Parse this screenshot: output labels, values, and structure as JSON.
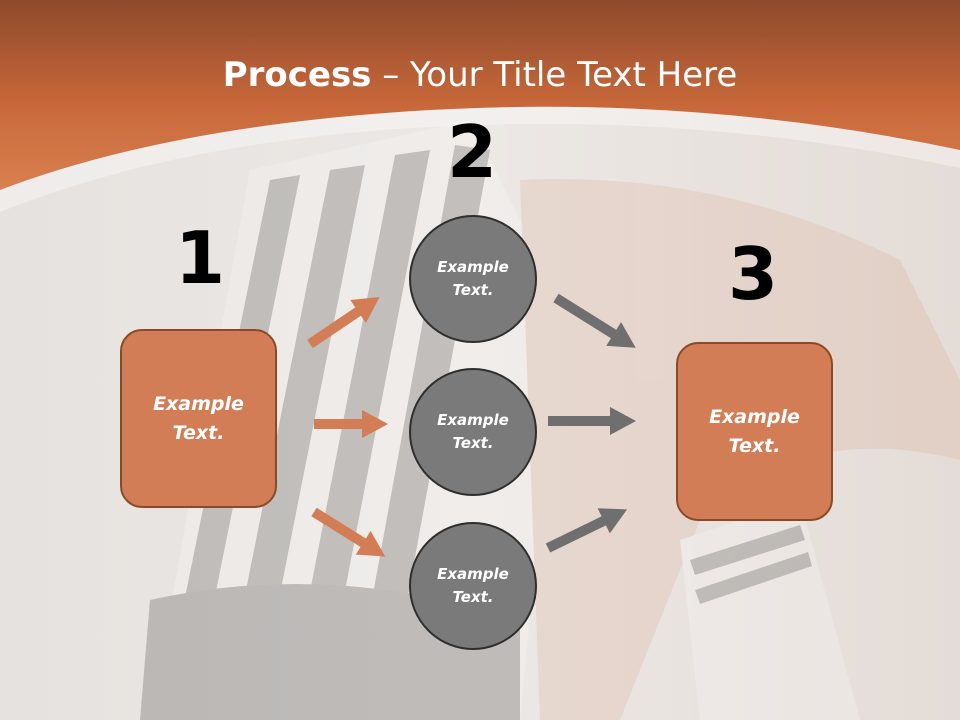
{
  "slide": {
    "title_bold": "Process",
    "title_rest": " – Your Title Text Here"
  },
  "steps": [
    {
      "number": "1",
      "box_text": "Example Text."
    },
    {
      "number": "2",
      "circles": [
        "Example Text.",
        "Example Text.",
        "Example Text."
      ]
    },
    {
      "number": "3",
      "box_text": "Example Text."
    }
  ],
  "colors": {
    "header_orange": "#c8683a",
    "box_fill": "#d27d55",
    "box_border": "#8a4a2a",
    "circle_fill": "#7a7a7a",
    "left_arrow": "#d27d55",
    "right_arrow": "#6f6f6f"
  }
}
